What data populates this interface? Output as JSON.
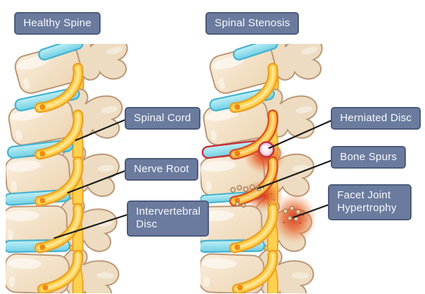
{
  "figure": {
    "type": "medical-diagram",
    "subject": "Healthy spine vs. spinal stenosis comparison",
    "panels": [
      {
        "title": "Healthy Spine",
        "callouts": [
          "Spinal Cord",
          "Nerve Root",
          "Intervertebral Disc"
        ]
      },
      {
        "title": "Spinal Stenosis",
        "callouts": [
          "Herniated Disc",
          "Bone Spurs",
          "Facet Joint Hypertrophy"
        ]
      }
    ]
  },
  "headers": {
    "healthy": "Healthy Spine",
    "stenosis": "Spinal Stenosis"
  },
  "annotations": {
    "spinal_cord": "Spinal Cord",
    "nerve_root": "Nerve Root",
    "intervertebral_disc": "Intervertebral Disc",
    "herniated_disc": "Herniated Disc",
    "bone_spurs": "Bone Spurs",
    "facet_joint_hypertrophy": "Facet Joint Hypertrophy"
  },
  "palette": {
    "background": "#ffffff",
    "label_box_bg": "#6b7b9e",
    "label_box_border": "#4d5b7c",
    "label_text": "#f7f9fc",
    "bone_fill": "#f4e4cc",
    "bone_outline": "#bb9878",
    "disc_fill": "#7fd5e7",
    "disc_outline": "#45b2cf",
    "nerve_fill": "#ffd14f",
    "nerve_outline": "#f0a42a",
    "nerve_tip_dot": "#f08a12",
    "inflammation": "#e0502a",
    "herniation_rim": "#c5323a",
    "connector_line": "#1c1c1c"
  }
}
